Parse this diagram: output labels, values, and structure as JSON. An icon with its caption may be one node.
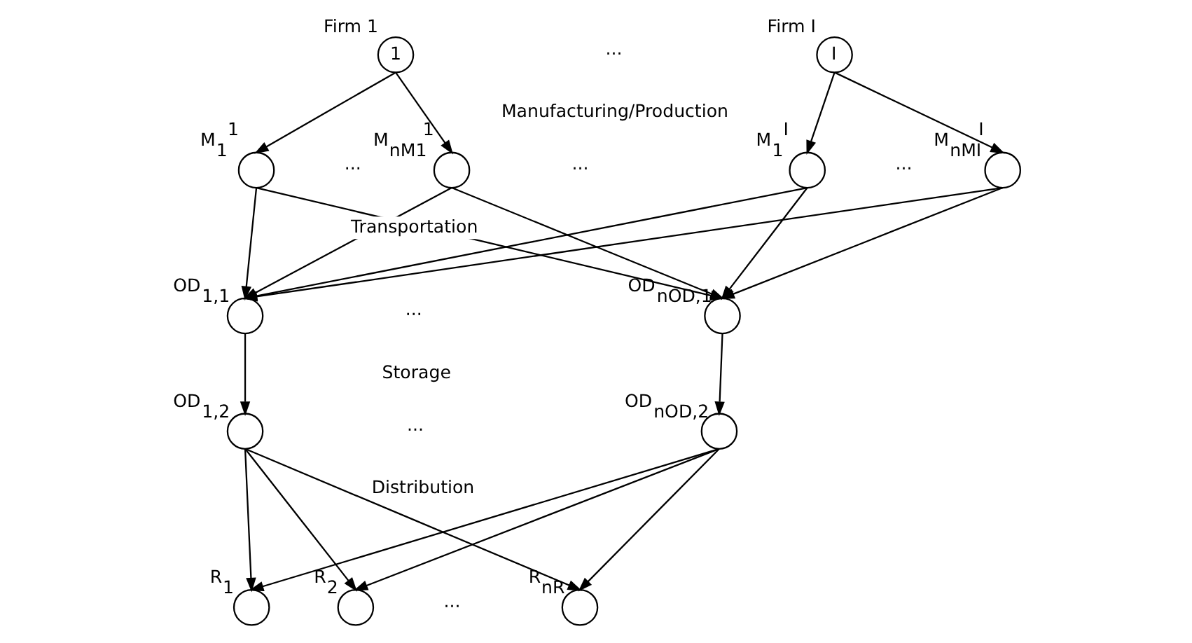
{
  "diagram": {
    "nodes": [
      {
        "text": [
          "1"
        ],
        "beside": [
          "Firm 1"
        ]
      },
      {
        "text": [
          "I"
        ],
        "beside": [
          "Firm I"
        ]
      },
      {
        "text": [],
        "shape": "circle",
        "beside": [
          "M$_{1}$$^{1}$"
        ]
      },
      {
        "text": [],
        "shape": "circle",
        "beside": [
          "M$_{nM1}$$^{1}$"
        ]
      },
      {
        "text": [],
        "shape": "circle",
        "beside": [
          "M$_{1}$$^{I}$"
        ]
      },
      {
        "text": [],
        "shape": "circle",
        "beside": [
          "M$_{nMI}$$^{I}$"
        ]
      },
      {
        "text": [],
        "shape": "circle",
        "beside": [
          "OD$_{1,1}$"
        ]
      },
      {
        "text": [],
        "shape": "circle",
        "beside": [
          "OD$_{nOD,1}$"
        ]
      },
      {
        "text": [],
        "shape": "circle",
        "beside": [
          "OD$_{1,2}$"
        ]
      },
      {
        "text": [],
        "shape": "circle",
        "beside": [
          "OD$_{nOD,2}$"
        ]
      },
      {
        "text": [],
        "shape": "circle",
        "beside": [
          "R$_{1}$"
        ]
      },
      {
        "text": [],
        "shape": "circle",
        "beside": [
          "R$_{2}$"
        ]
      },
      {
        "text": [],
        "shape": "circle",
        "beside": [
          "R$_{nR}$"
        ]
      }
    ],
    "edges": [
      {
        "from": 0,
        "to": 2,
        "arrow": "to"
      },
      {
        "from": 0,
        "to": 3,
        "arrow": "to"
      },
      {
        "from": 1,
        "to": 4,
        "arrow": "to"
      },
      {
        "from": 1,
        "to": 5,
        "arrow": "to"
      },
      {
        "from": 2,
        "to": 6,
        "arrow": "to"
      },
      {
        "from": 2,
        "to": 7,
        "arrow": "to"
      },
      {
        "from": 3,
        "to": 6,
        "arrow": "to"
      },
      {
        "from": 3,
        "to": 7,
        "arrow": "to"
      },
      {
        "from": 4,
        "to": 6,
        "arrow": "to"
      },
      {
        "from": 4,
        "to": 7,
        "arrow": "to"
      },
      {
        "from": 5,
        "to": 6,
        "arrow": "to"
      },
      {
        "from": 5,
        "to": 7,
        "arrow": "to"
      },
      {
        "from": 6,
        "to": 8,
        "arrow": "to"
      },
      {
        "from": 7,
        "to": 9,
        "arrow": "to"
      },
      {
        "from": 8,
        "to": 10,
        "arrow": "to"
      },
      {
        "from": 8,
        "to": 11,
        "arrow": "to"
      },
      {
        "from": 8,
        "to": 12,
        "arrow": "to"
      },
      {
        "from": 9,
        "to": 10,
        "arrow": "to"
      },
      {
        "from": 9,
        "to": 11,
        "arrow": "to"
      },
      {
        "from": 9,
        "to": 12,
        "arrow": "to"
      }
    ],
    "labels": [
      "···",
      "Manufacturing/Production",
      "···",
      "···",
      "···",
      "Transportation",
      "···",
      "Storage",
      "···",
      "Distribution",
      "···"
    ]
  }
}
